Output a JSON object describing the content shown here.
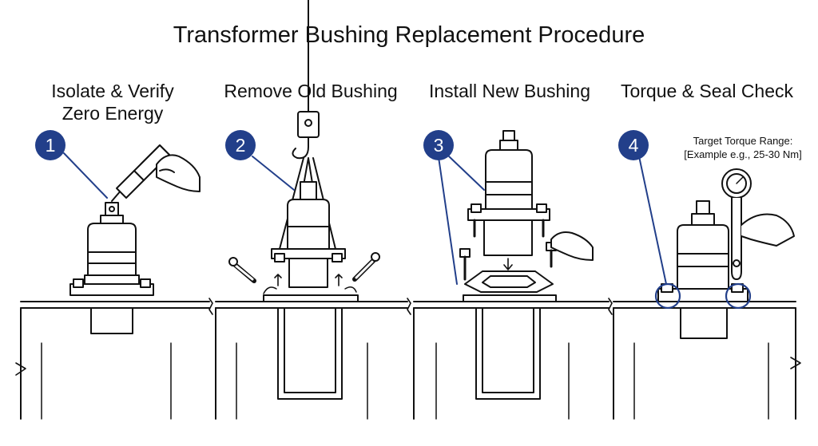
{
  "title": "Transformer Bushing Replacement Procedure",
  "accent_color": "#223f8a",
  "steps": [
    {
      "number": "1",
      "title": "Isolate & Verify Zero Energy"
    },
    {
      "number": "2",
      "title": "Remove Old Bushing"
    },
    {
      "number": "3",
      "title": "Install New Bushing"
    },
    {
      "number": "4",
      "title": "Torque & Seal Check"
    }
  ],
  "torque_note": {
    "line1": "Target Torque Range:",
    "line2": "[Example e.g., 25-30 Nm]"
  }
}
